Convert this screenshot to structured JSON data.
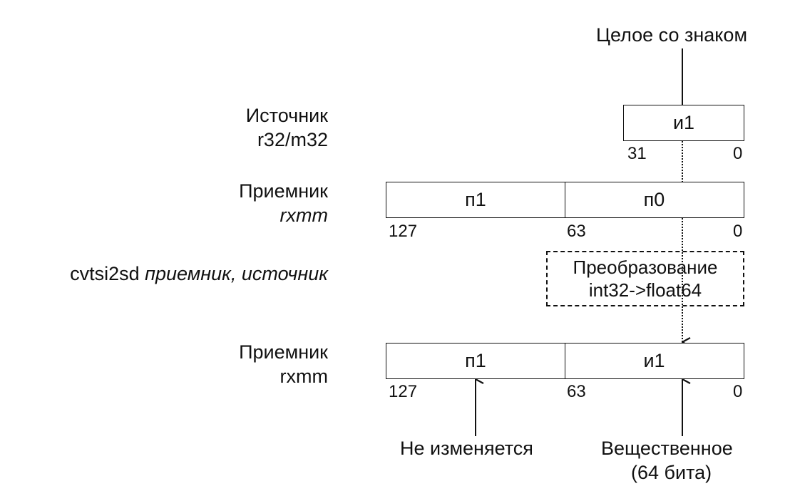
{
  "top_label": "Целое со знаком",
  "source": {
    "title": "Источник",
    "subtitle": "r32/m32",
    "cell": "и1",
    "bits": [
      "31",
      "0"
    ]
  },
  "dest_before": {
    "title": "Приемник",
    "subtitle": "rxmm",
    "cells": [
      "п1",
      "п0"
    ],
    "bits": [
      "127",
      "63",
      "0"
    ]
  },
  "instruction": {
    "mnemonic": "cvtsi2sd",
    "operands": "приемник, источник"
  },
  "conversion": {
    "line1": "Преобразование",
    "line2": "int32->float64"
  },
  "dest_after": {
    "title": "Приемник",
    "subtitle": "rxmm",
    "cells": [
      "п1",
      "и1"
    ],
    "bits": [
      "127",
      "63",
      "0"
    ]
  },
  "annotations": {
    "unchanged": "Не изменяется",
    "real_line1": "Вещественное",
    "real_line2": "(64 бита)"
  }
}
